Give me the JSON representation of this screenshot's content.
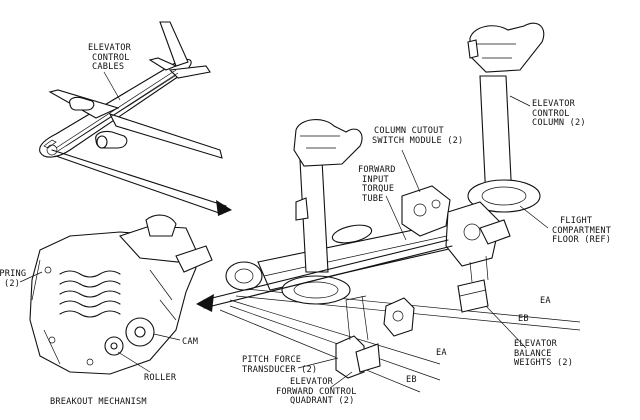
{
  "labels": {
    "elevator_control_cables": [
      "ELEVATOR",
      "CONTROL",
      "CABLES"
    ],
    "column_cutout": [
      "COLUMN CUTOUT",
      "SWITCH MODULE (2)"
    ],
    "forward_input": [
      "FORWARD",
      "INPUT",
      "TORQUE",
      "TUBE"
    ],
    "elevator_control_column": [
      "ELEVATOR",
      "CONTROL",
      "COLUMN (2)"
    ],
    "flight_compartment_floor": [
      "FLIGHT",
      "COMPARTMENT",
      "FLOOR (REF)"
    ],
    "spring": [
      "SPRING",
      "(2)"
    ],
    "cam": "CAM",
    "roller": "ROLLER",
    "breakout_mechanism": "BREAKOUT MECHANISM",
    "pitch_force": [
      "PITCH FORCE",
      "TRANSDUCER (2)"
    ],
    "forward_quadrant": [
      "ELEVATOR",
      "FORWARD CONTROL",
      "QUADRANT (2)"
    ],
    "balance_weights": [
      "ELEVATOR",
      "BALANCE",
      "WEIGHTS (2)"
    ],
    "ea_right": "EA",
    "eb_right": "EB",
    "ea_lower": "EA",
    "eb_lower": "EB"
  }
}
